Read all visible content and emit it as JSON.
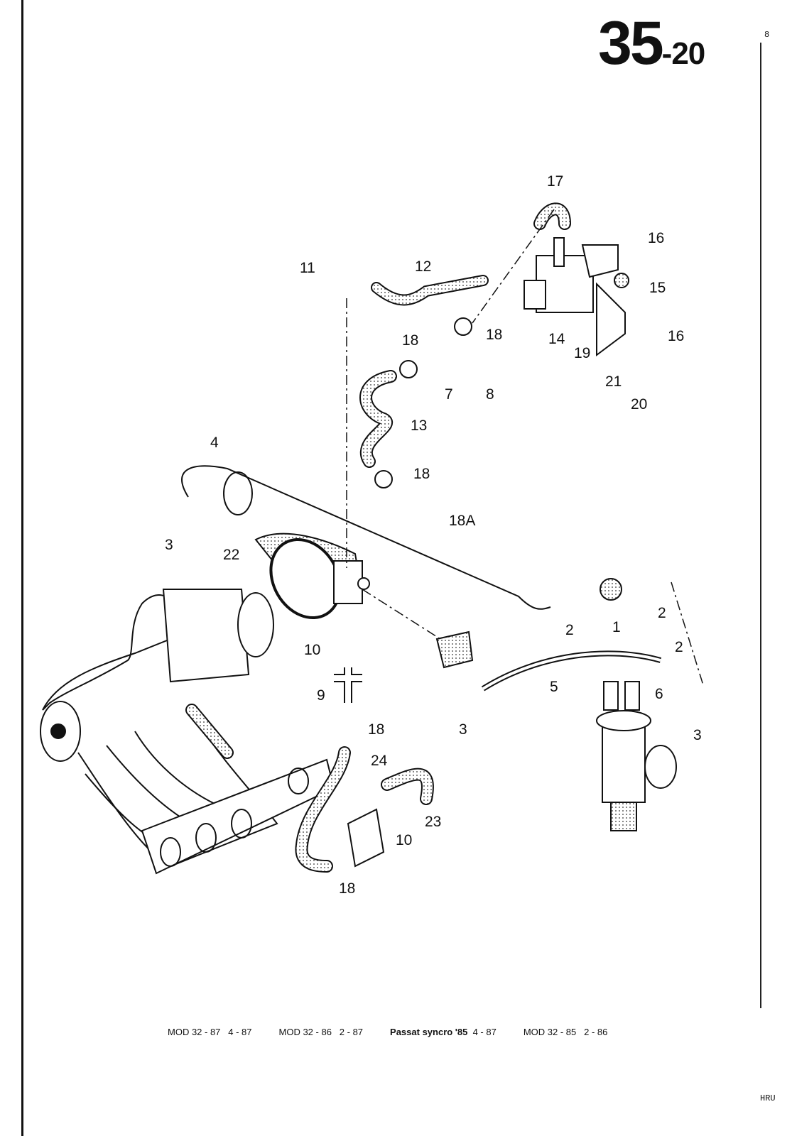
{
  "header": {
    "page_number": "35",
    "page_suffix": "-20"
  },
  "margin_fragments": {
    "top_right": "8",
    "bottom_right": "HRU"
  },
  "diagram": {
    "callouts": [
      "17",
      "16",
      "11",
      "12",
      "15",
      "18",
      "14",
      "16",
      "18",
      "19",
      "7",
      "8",
      "21",
      "20",
      "13",
      "4",
      "18",
      "18A",
      "3",
      "22",
      "2",
      "1",
      "2",
      "10",
      "2",
      "5",
      "9",
      "6",
      "3",
      "18",
      "3",
      "24",
      "23",
      "10",
      "18"
    ]
  },
  "footer": {
    "items": [
      {
        "model": "MOD 32 - 87",
        "date": "4 - 87"
      },
      {
        "model": "MOD 32 - 86",
        "date": "2 - 87"
      },
      {
        "model": "Passat syncro '85",
        "date": "4 - 87"
      },
      {
        "model": "MOD 32 - 85",
        "date": "2 - 86"
      }
    ]
  }
}
